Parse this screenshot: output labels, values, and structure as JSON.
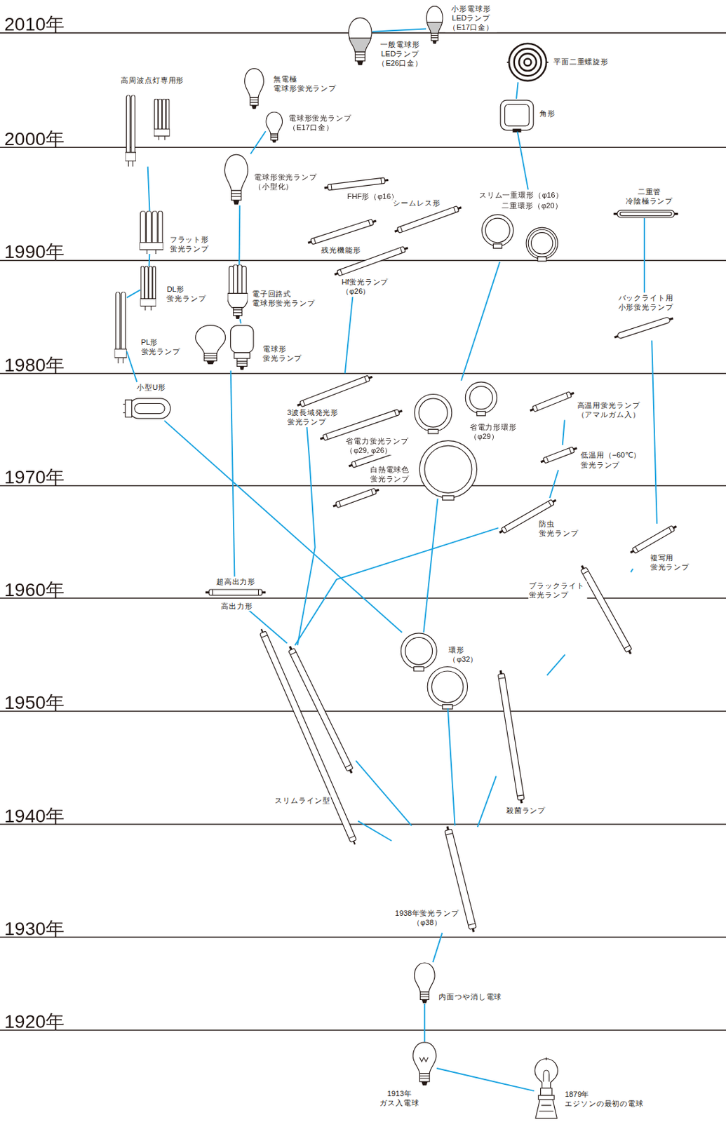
{
  "diagram": {
    "nodes": [
      {
        "text": [
          "小形電球形 LEDランプ （E17口金）"
        ]
      },
      {
        "text": [
          "一般電球形 LEDランプ （E26口金）"
        ]
      },
      {
        "text": [
          "平面二重螺旋形"
        ]
      },
      {
        "text": [
          "角形"
        ]
      },
      {
        "text": [
          "高周波点灯専用形"
        ]
      },
      {
        "text": [
          "無電極 電球形蛍光ランプ"
        ]
      },
      {
        "text": [
          "電球形蛍光ランプ （E17口金）"
        ]
      },
      {
        "text": [
          "電球形蛍光ランプ （小型化）"
        ]
      },
      {
        "text": [
          "FHF形（φ16）"
        ]
      },
      {
        "text": [
          "シームレス形"
        ]
      },
      {
        "text": [
          "残光機能形"
        ]
      },
      {
        "text": [
          "Hf蛍光ランプ （φ26）"
        ]
      },
      {
        "text": [
          "スリム一重環形（φ16）",
          "二重環形（φ20）"
        ]
      },
      {
        "text": [
          "二重管 冷陰極ランプ"
        ]
      },
      {
        "text": [
          "フラット形 蛍光ランプ"
        ]
      },
      {
        "text": [
          "DL形 蛍光ランプ"
        ]
      },
      {
        "text": [
          "電子回路式 電球形蛍光ランプ"
        ]
      },
      {
        "text": [
          "バックライト用 小形蛍光ランプ"
        ]
      },
      {
        "text": [
          "PL形 蛍光ランプ"
        ]
      },
      {
        "text": [
          "電球形 蛍光ランプ"
        ]
      },
      {
        "text": [
          "小型U形"
        ]
      },
      {
        "text": [
          "3波長域発光形 蛍光ランプ"
        ]
      },
      {
        "text": [
          "省電力蛍光ランプ （φ29, φ26）"
        ]
      },
      {
        "text": [
          "白熱電球色 蛍光ランプ"
        ]
      },
      {
        "text": [
          "省電力形環形 （φ29）"
        ]
      },
      {
        "text": [
          "高温用蛍光ランプ （アマルガム入）"
        ]
      },
      {
        "text": [
          "低温用（−60℃） 蛍光ランプ"
        ]
      },
      {
        "text": [
          "防虫 蛍光ランプ"
        ]
      },
      {
        "text": [
          "複写用 蛍光ランプ"
        ]
      },
      {
        "text": [
          "ブラックライト 蛍光ランプ"
        ]
      },
      {
        "text": [
          "超高出力形"
        ]
      },
      {
        "text": [
          "高出力形"
        ]
      },
      {
        "text": [
          "スリムライン型"
        ]
      },
      {
        "text": [
          "環形 （φ32）"
        ]
      },
      {
        "text": [
          "殺菌ランプ"
        ]
      },
      {
        "text": [
          "1938年蛍光ランプ （φ38）"
        ]
      },
      {
        "text": [
          "内面つや消し電球"
        ]
      },
      {
        "text": [
          "1913年 ガス入電球"
        ]
      },
      {
        "text": [
          "1879年 エジソンの最初の電球"
        ]
      }
    ],
    "edges": [
      {
        "from": 38,
        "to": 37,
        "arrow": "none"
      },
      {
        "from": 37,
        "to": 36,
        "arrow": "none"
      },
      {
        "from": 36,
        "to": 35,
        "arrow": "none"
      },
      {
        "from": 35,
        "to": 34,
        "arrow": "none"
      },
      {
        "from": 35,
        "to": 33,
        "arrow": "none"
      },
      {
        "from": 35,
        "to": 32,
        "arrow": "none"
      },
      {
        "from": 35,
        "to": 31,
        "arrow": "none"
      },
      {
        "from": 34,
        "to": 29,
        "arrow": "none"
      },
      {
        "from": 29,
        "to": 28,
        "arrow": "none"
      },
      {
        "from": 28,
        "to": 17,
        "arrow": "none"
      },
      {
        "from": 17,
        "to": 13,
        "arrow": "none"
      },
      {
        "from": 33,
        "to": 24,
        "arrow": "none"
      },
      {
        "from": 24,
        "to": 12,
        "arrow": "none"
      },
      {
        "from": 12,
        "to": 3,
        "arrow": "none"
      },
      {
        "from": 3,
        "to": 2,
        "arrow": "none"
      },
      {
        "from": 1,
        "to": 0,
        "arrow": "none"
      },
      {
        "from": 20,
        "to": 18,
        "arrow": "none"
      },
      {
        "from": 18,
        "to": 15,
        "arrow": "none"
      },
      {
        "from": 15,
        "to": 14,
        "arrow": "none"
      },
      {
        "from": 14,
        "to": 4,
        "arrow": "none"
      },
      {
        "from": 33,
        "to": 20,
        "arrow": "none"
      },
      {
        "from": 30,
        "to": 19,
        "arrow": "none"
      },
      {
        "from": 19,
        "to": 16,
        "arrow": "none"
      },
      {
        "from": 16,
        "to": 7,
        "arrow": "none"
      },
      {
        "from": 7,
        "to": 6,
        "arrow": "none"
      },
      {
        "from": 31,
        "to": 27,
        "arrow": "none"
      },
      {
        "from": 31,
        "to": 21,
        "arrow": "none"
      },
      {
        "from": 21,
        "to": 11,
        "arrow": "none"
      },
      {
        "from": 27,
        "to": 26,
        "arrow": "none"
      },
      {
        "from": 26,
        "to": 25,
        "arrow": "none"
      }
    ],
    "labels": [
      "2010年",
      "2000年",
      "1990年",
      "1980年",
      "1970年",
      "1960年",
      "1950年",
      "1940年",
      "1930年",
      "1920年"
    ]
  }
}
